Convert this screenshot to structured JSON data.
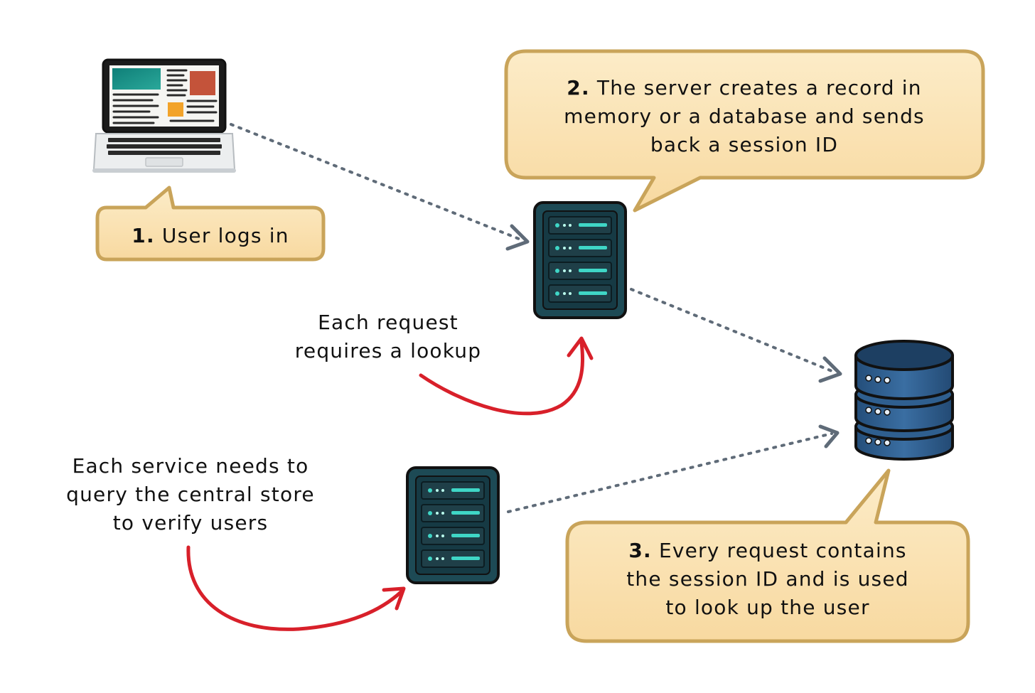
{
  "bubbles": {
    "step1": {
      "number": "1.",
      "text": "User logs in"
    },
    "step2": {
      "number": "2.",
      "line1": "The server creates a record in",
      "line2": "memory or a database and sends",
      "line3": "back a session ID"
    },
    "step3": {
      "number": "3.",
      "line1": "Every request contains",
      "line2": "the session ID and is used",
      "line3": "to look up the user"
    }
  },
  "notes": {
    "lookup": {
      "line1": "Each request",
      "line2": "requires a lookup"
    },
    "service": {
      "line1": "Each service needs to",
      "line2": "query the central store",
      "line3": "to verify users"
    }
  },
  "icons": {
    "client": "laptop-icon",
    "primary_server": "server-icon",
    "secondary_server": "server-icon",
    "store": "database-icon"
  },
  "colors": {
    "bubble_fill": "#fbe3b8",
    "bubble_stroke": "#c9a45a",
    "server_body": "#1d4a55",
    "server_accent": "#3fd6c6",
    "database_body": "#2f5f8f",
    "connector": "#5f6b78",
    "highlight_arrow": "#d8202a"
  }
}
